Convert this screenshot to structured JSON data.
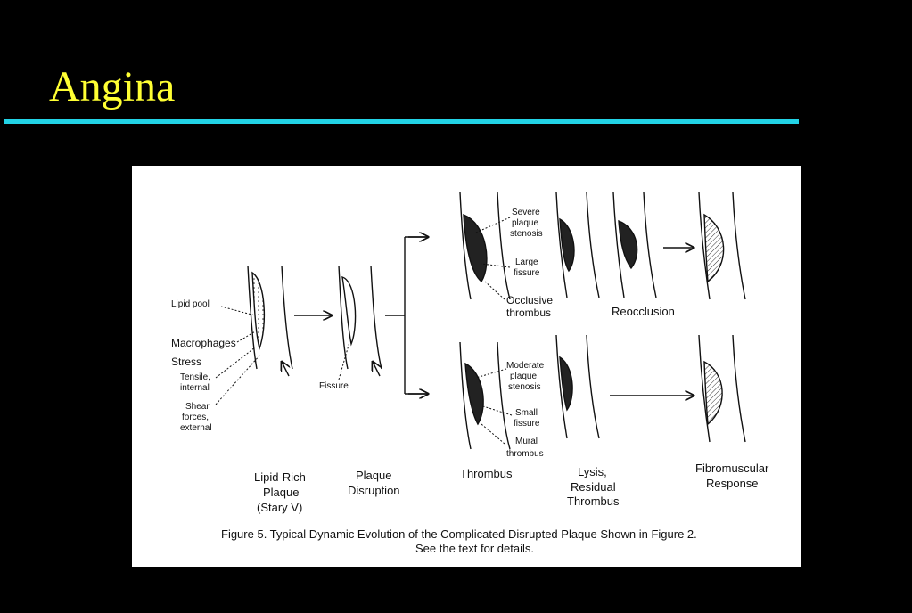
{
  "slide": {
    "title": "Angina",
    "colors": {
      "background": "#000000",
      "title": "#ffff33",
      "rule": "#22d3e6",
      "figure_bg": "#ffffff"
    }
  },
  "figure": {
    "caption_line1": "Figure 5. Typical Dynamic Evolution of the Complicated Disrupted Plaque Shown in Figure 2.",
    "caption_line2": "See the text for details.",
    "stage_labels": {
      "lipid_rich": [
        "Lipid-Rich",
        "Plaque",
        "(Stary V)"
      ],
      "plaque_disruption": [
        "Plaque",
        "Disruption"
      ],
      "thrombus": "Thrombus",
      "lysis": [
        "Lysis,",
        "Residual",
        "Thrombus"
      ],
      "fibromuscular": [
        "Fibromuscular",
        "Response"
      ]
    },
    "annotations": {
      "lipid_pool": "Lipid pool",
      "macrophages": "Macrophages",
      "stress": "Stress",
      "tensile": [
        "Tensile,",
        "internal"
      ],
      "shear": [
        "Shear",
        "forces,",
        "external"
      ],
      "fissure": "Fissure",
      "severe": [
        "Severe",
        "plaque",
        "stenosis"
      ],
      "large_fissure": [
        "Large",
        "fissure"
      ],
      "occlusive": [
        "Occlusive",
        "thrombus"
      ],
      "reocclusion": "Reocclusion",
      "moderate": [
        "Moderate",
        "plaque",
        "stenosis"
      ],
      "small_fissure": [
        "Small",
        "fissure"
      ],
      "mural": [
        "Mural",
        "thrombus"
      ]
    }
  }
}
